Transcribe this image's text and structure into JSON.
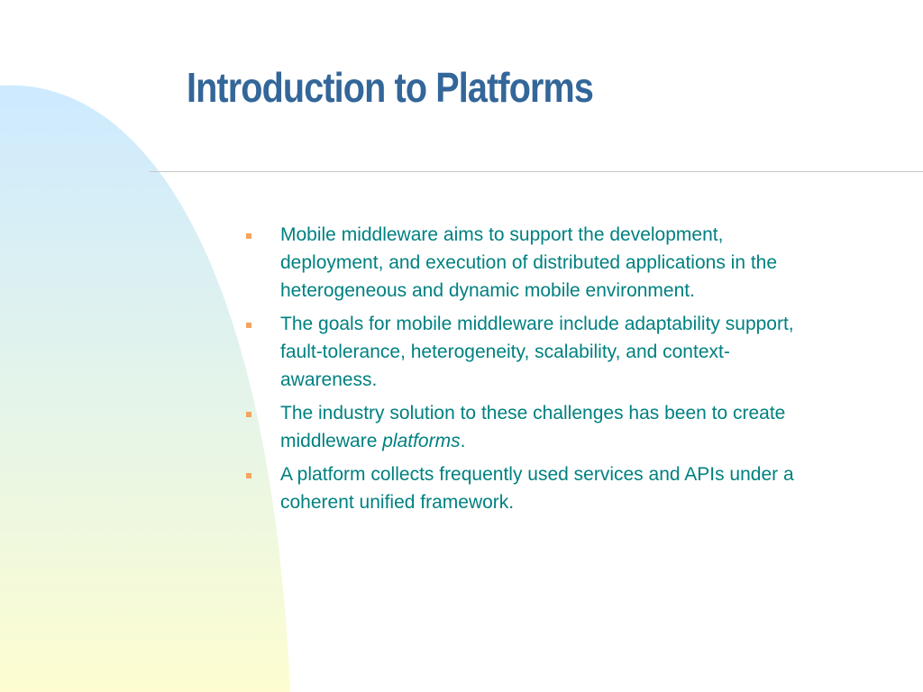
{
  "slide": {
    "title": "Introduction to Platforms",
    "bullets": [
      {
        "text": "Mobile middleware aims to support the development, deployment, and execution of distributed applications in the heterogeneous and dynamic mobile environment."
      },
      {
        "text": "The goals for mobile middleware include adaptability support, fault-tolerance, heterogeneity, scalability, and context-awareness."
      },
      {
        "text_before": "The industry solution to these challenges has been to create middleware ",
        "text_italic": "platforms",
        "text_after": "."
      },
      {
        "text": "A platform collects frequently used services and APIs under a coherent unified framework."
      }
    ]
  },
  "colors": {
    "title": "#336699",
    "body_text": "#008080",
    "bullet_marker": "#f4a460",
    "divider": "#c8c8c8",
    "shape_top": "#cdeaff",
    "shape_bottom": "#fdfdd0"
  },
  "icons": {
    "bullet": "small-square-bullet-icon"
  }
}
